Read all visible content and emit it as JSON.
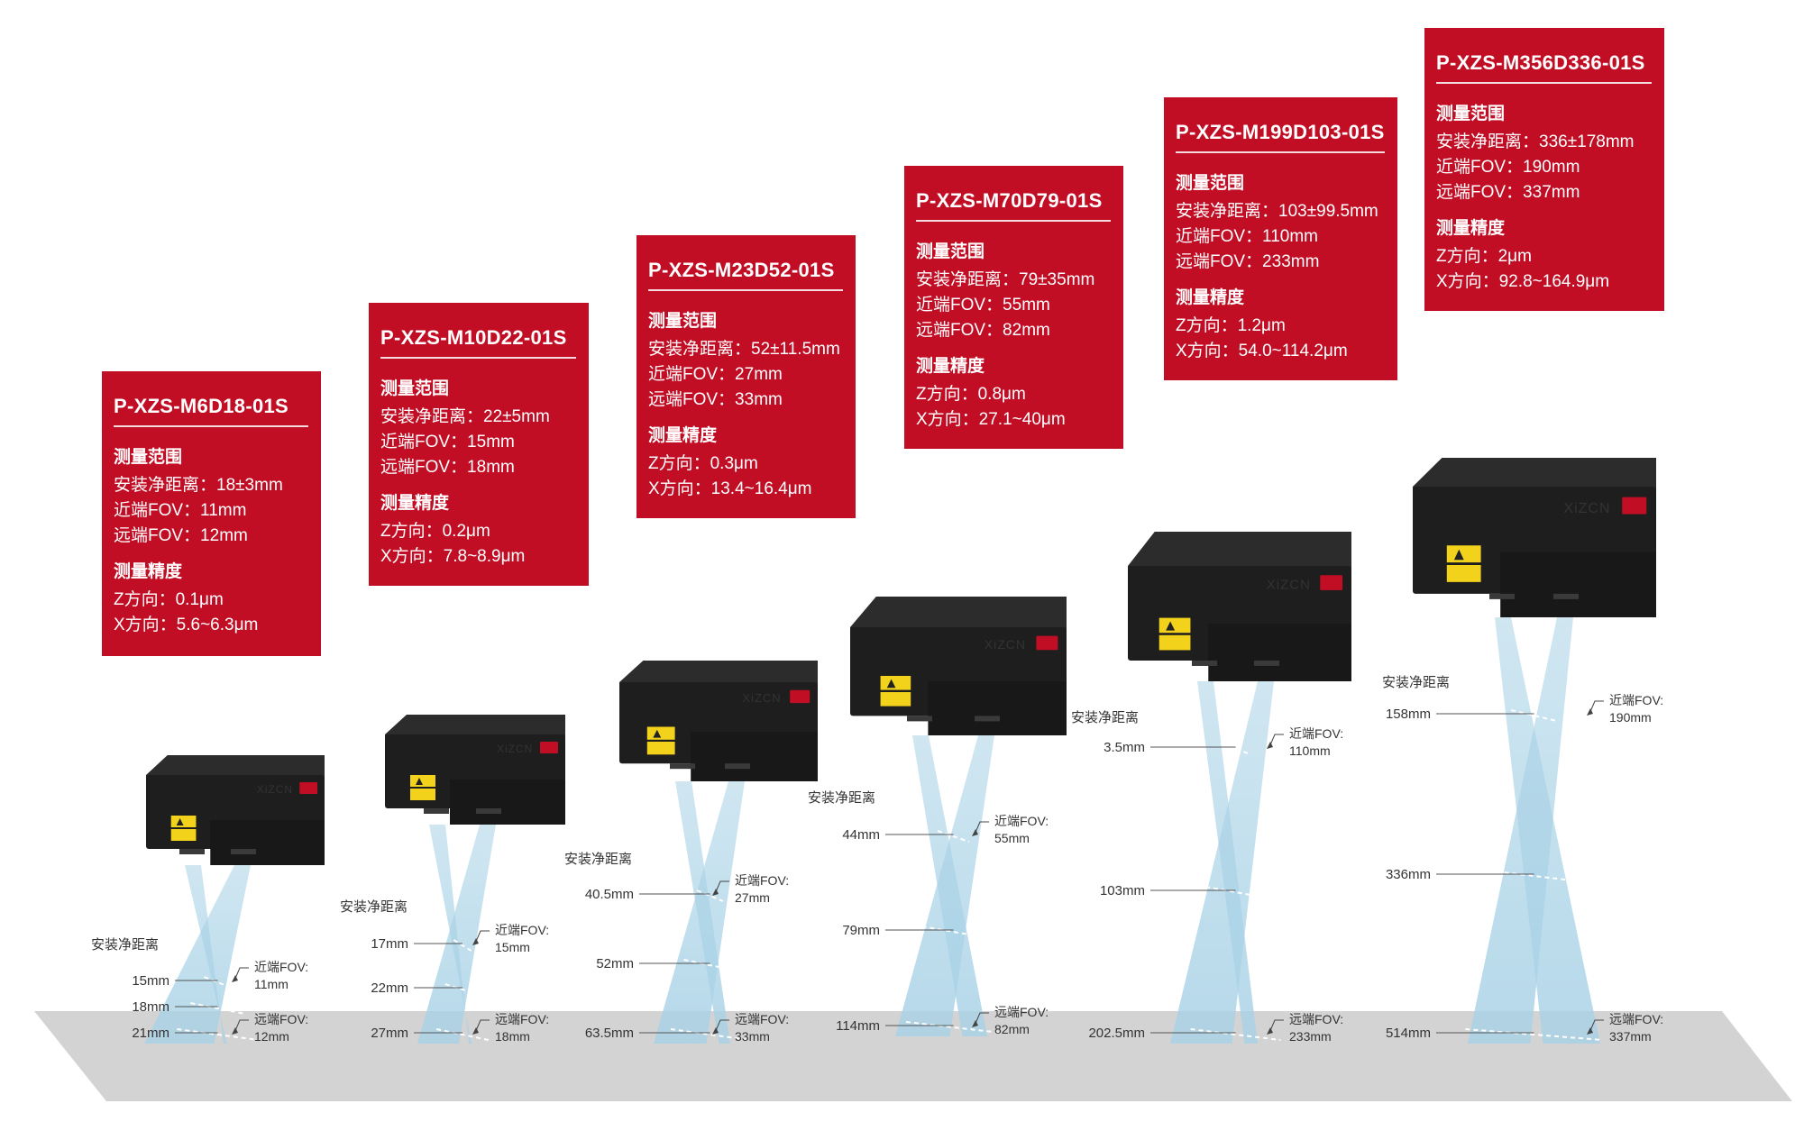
{
  "products": [
    {
      "model": "P-XZS-M6D18-01S",
      "range_title": "测量范围",
      "standoff": "安装净距离：18±3mm",
      "near_fov": "近端FOV：11mm",
      "far_fov": "远端FOV：12mm",
      "accuracy_title": "测量精度",
      "z_acc": "Z方向：0.1μm",
      "x_acc": "X方向：5.6~6.3μm",
      "diagram_title": "安装净距离",
      "dist_near": "15mm",
      "dist_mid": "18mm",
      "dist_far": "21mm",
      "near_label": "近端FOV:",
      "near_value": "11mm",
      "far_label": "远端FOV:",
      "far_value": "12mm",
      "brand": "XiZCN"
    },
    {
      "model": "P-XZS-M10D22-01S",
      "range_title": "测量范围",
      "standoff": "安装净距离：22±5mm",
      "near_fov": "近端FOV：15mm",
      "far_fov": "远端FOV：18mm",
      "accuracy_title": "测量精度",
      "z_acc": "Z方向：0.2μm",
      "x_acc": "X方向：7.8~8.9μm",
      "diagram_title": "安装净距离",
      "dist_near": "17mm",
      "dist_mid": "22mm",
      "dist_far": "27mm",
      "near_label": "近端FOV:",
      "near_value": "15mm",
      "far_label": "远端FOV:",
      "far_value": "18mm",
      "brand": "XiZCN"
    },
    {
      "model": "P-XZS-M23D52-01S",
      "range_title": "测量范围",
      "standoff": "安装净距离：52±11.5mm",
      "near_fov": "近端FOV：27mm",
      "far_fov": "远端FOV：33mm",
      "accuracy_title": "测量精度",
      "z_acc": "Z方向：0.3μm",
      "x_acc": "X方向：13.4~16.4μm",
      "diagram_title": "安装净距离",
      "dist_near": "40.5mm",
      "dist_mid": "52mm",
      "dist_far": "63.5mm",
      "near_label": "近端FOV:",
      "near_value": "27mm",
      "far_label": "远端FOV:",
      "far_value": "33mm",
      "brand": "XiZCN"
    },
    {
      "model": "P-XZS-M70D79-01S",
      "range_title": "测量范围",
      "standoff": "安装净距离：79±35mm",
      "near_fov": "近端FOV：55mm",
      "far_fov": "远端FOV：82mm",
      "accuracy_title": "测量精度",
      "z_acc": "Z方向：0.8μm",
      "x_acc": "X方向：27.1~40μm",
      "diagram_title": "安装净距离",
      "dist_near": "44mm",
      "dist_mid": "79mm",
      "dist_far": "114mm",
      "near_label": "近端FOV:",
      "near_value": "55mm",
      "far_label": "远端FOV:",
      "far_value": "82mm",
      "brand": "XiZCN"
    },
    {
      "model": "P-XZS-M199D103-01S",
      "range_title": "测量范围",
      "standoff": "安装净距离：103±99.5mm",
      "near_fov": "近端FOV：110mm",
      "far_fov": "远端FOV：233mm",
      "accuracy_title": "测量精度",
      "z_acc": "Z方向：1.2μm",
      "x_acc": "X方向：54.0~114.2μm",
      "diagram_title": "安装净距离",
      "dist_near": "3.5mm",
      "dist_mid": "103mm",
      "dist_far": "202.5mm",
      "near_label": "近端FOV:",
      "near_value": "110mm",
      "far_label": "远端FOV:",
      "far_value": "233mm",
      "brand": "XiZCN"
    },
    {
      "model": "P-XZS-M356D336-01S",
      "range_title": "测量范围",
      "standoff": "安装净距离：336±178mm",
      "near_fov": "近端FOV：190mm",
      "far_fov": "远端FOV：337mm",
      "accuracy_title": "测量精度",
      "z_acc": "Z方向：2μm",
      "x_acc": "X方向：92.8~164.9μm",
      "diagram_title": "安装净距离",
      "dist_near": "158mm",
      "dist_mid": "336mm",
      "dist_far": "514mm",
      "near_label": "近端FOV:",
      "near_value": "190mm",
      "far_label": "远端FOV:",
      "far_value": "337mm",
      "brand": "XiZCN"
    }
  ],
  "colors": {
    "card_red": "#c20e25",
    "sensor_body": "#1e1e1e",
    "beam": "#a9d2e6",
    "floor": "#d3d3d3"
  }
}
